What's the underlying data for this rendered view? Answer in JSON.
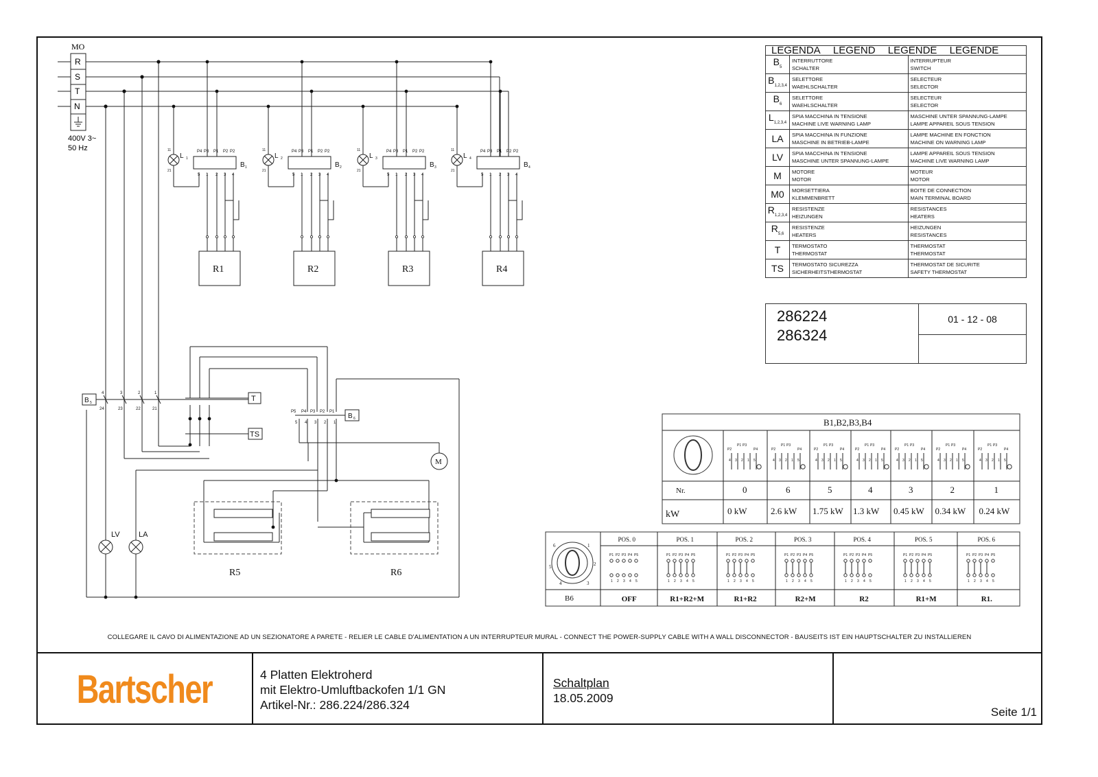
{
  "mains": {
    "terminal_label": "MO",
    "phases": [
      "R",
      "S",
      "T",
      "N"
    ],
    "supply_voltage": "400V 3~",
    "supply_frequency": "50 Hz"
  },
  "hob_circuits": [
    {
      "lamp": "L",
      "lamp_sub": "1",
      "switch": "B",
      "switch_sub": "1",
      "heater": "R1"
    },
    {
      "lamp": "L",
      "lamp_sub": "2",
      "switch": "B",
      "switch_sub": "2",
      "heater": "R2"
    },
    {
      "lamp": "L",
      "lamp_sub": "3",
      "switch": "B",
      "switch_sub": "3",
      "heater": "R3"
    },
    {
      "lamp": "L",
      "lamp_sub": "4",
      "switch": "B",
      "switch_sub": "4",
      "heater": "R4"
    }
  ],
  "switch_terms_top": [
    "P4",
    "P3",
    "P1",
    "P2",
    "P2"
  ],
  "switch_terms_bottom": [
    "5",
    "1",
    "2",
    "3",
    "4"
  ],
  "lamp_terms": [
    "11",
    "21"
  ],
  "oven": {
    "main_switch": "B",
    "main_switch_sub": "5",
    "main_switch_top_terms": [
      "4",
      "3",
      "2",
      "1"
    ],
    "main_switch_bottom_terms": [
      "24",
      "23",
      "22",
      "21"
    ],
    "thermostat": "T",
    "safety_thermostat": "TS",
    "selector": "B",
    "selector_sub": "6",
    "selector_top_terms": [
      "P5",
      "P4",
      "P3",
      "P2",
      "P1"
    ],
    "selector_bottom_terms": [
      "5",
      "4",
      "3",
      "2",
      "1"
    ],
    "motor": "M",
    "lamp_live": "LV",
    "lamp_on": "LA",
    "heater_left": "R5",
    "heater_right": "R6"
  },
  "legend": {
    "headers": [
      "LEGENDA",
      "LEGEND",
      "LEGENDE",
      "LEGENDE"
    ],
    "rows": [
      {
        "sym": "B",
        "sub": "5",
        "it": "INTERRUTTORE",
        "de": "SCHALTER",
        "fr": "INTERRUPTEUR",
        "en": "SWITCH"
      },
      {
        "sym": "B",
        "sub": "1,2,3,4",
        "it": "SELETTORE",
        "de": "WAEHLSCHALTER",
        "fr": "SELECTEUR",
        "en": "SELECTOR"
      },
      {
        "sym": "B",
        "sub": "6",
        "it": "SELETTORE",
        "de": "WAEHLSCHALTER",
        "fr": "SELECTEUR",
        "en": "SELECTOR"
      },
      {
        "sym": "L",
        "sub": "1,2,3,4",
        "it": "SPIA MACCHINA IN TENSIONE",
        "de": "MACHINE LIVE WARNING LAMP",
        "fr": "MASCHINE UNTER SPANNUNG-LAMPE",
        "en": "LAMPE APPAREIL SOUS TENSION"
      },
      {
        "sym": "LA",
        "sub": "",
        "it": "SPIA MACCHINA IN FUNZIONE",
        "de": "MASCHINE IN BETRIEB-LAMPE",
        "fr": "LAMPE MACHINE EN FONCTION",
        "en": "MACHINE ON WARNING LAMP"
      },
      {
        "sym": "LV",
        "sub": "",
        "it": "SPIA MACCHINA IN TENSIONE",
        "de": "MASCHINE UNTER SPANNUNG-LAMPE",
        "fr": "LAMPE APPAREIL SOUS TENSION",
        "en": "MACHINE LIVE WARNING LAMP"
      },
      {
        "sym": "M",
        "sub": "",
        "it": "MOTORE",
        "de": "MOTOR",
        "fr": "MOTEUR",
        "en": "MOTOR"
      },
      {
        "sym": "M0",
        "sub": "",
        "it": "MORSETTIERA",
        "de": "KLEMMENBRETT",
        "fr": "BOITE DE CONNECTION",
        "en": "MAIN TERMINAL BOARD"
      },
      {
        "sym": "R",
        "sub": "1,2,3,4",
        "it": "RESISTENZE",
        "de": "HEIZUNGEN",
        "fr": "RESISTANCES",
        "en": "HEATERS"
      },
      {
        "sym": "R",
        "sub": "5,6",
        "it": "RESISTENZE",
        "de": "HEATERS",
        "fr": "HEIZUNGEN",
        "en": "RESISTANCES"
      },
      {
        "sym": "T",
        "sub": "",
        "it": "TERMOSTATO",
        "de": "THERMOSTAT",
        "fr": "THERMOSTAT",
        "en": "THERMOSTAT"
      },
      {
        "sym": "TS",
        "sub": "",
        "it": "TERMOSTATO SICUREZZA",
        "de": "SICHERHEITSTHERMOSTAT",
        "fr": "THERMOSTAT DE SICURITE",
        "en": "SAFETY THERMOSTAT"
      }
    ]
  },
  "model_codes": [
    "286224",
    "286324"
  ],
  "doc_date": "01 - 12 - 08",
  "hob_selector_table": {
    "title": "B1,B2,B3,B4",
    "nr_label": "Nr.",
    "kw_label": "kW",
    "positions": [
      "0",
      "6",
      "5",
      "4",
      "3",
      "2",
      "1"
    ],
    "powers": [
      "0 kW",
      "2.6 kW",
      "1.75 kW",
      "1.3 kW",
      "0.45 kW",
      "0.34 kW",
      "0.24 kW"
    ],
    "terminal_top": [
      "P2",
      "P1",
      "P3",
      "P4"
    ],
    "terminal_bottom": [
      "4",
      "3",
      "2",
      "1",
      "5"
    ]
  },
  "oven_selector_table": {
    "label": "B6",
    "dial_numbers": [
      "6",
      "1",
      "2",
      "3",
      "4",
      "5"
    ],
    "positions": [
      "POS. 0",
      "POS. 1",
      "POS. 2",
      "POS. 3",
      "POS. 4",
      "POS. 5",
      "POS. 6"
    ],
    "functions": [
      "OFF",
      "R1+R2+M",
      "R1+R2",
      "R2+M",
      "R2",
      "R1+M",
      "R1."
    ],
    "contact_top": [
      "P1",
      "P2",
      "P3",
      "P4",
      "P5"
    ],
    "contact_bottom": [
      "1",
      "2",
      "3",
      "4",
      "5"
    ]
  },
  "footer_note": "COLLEGARE IL CAVO DI ALIMENTAZIONE AD UN SEZIONATORE A PARETE - RELIER LE CABLE D'ALIMENTATION A UN INTERRUPTEUR MURAL - CONNECT THE POWER-SUPPLY CABLE WITH A WALL DISCONNECTOR - BAUSEITS IST EIN HAUPTSCHALTER ZU INSTALLIEREN",
  "title_block": {
    "brand": "Bartscher",
    "description_lines": [
      "4 Platten Elektroherd",
      "mit Elektro-Umluftbackofen 1/1 GN",
      "Artikel-Nr.: 286.224/286.324"
    ],
    "doc_type": "Schaltplan",
    "doc_date": "18.05.2009",
    "page": "Seite 1/1"
  }
}
